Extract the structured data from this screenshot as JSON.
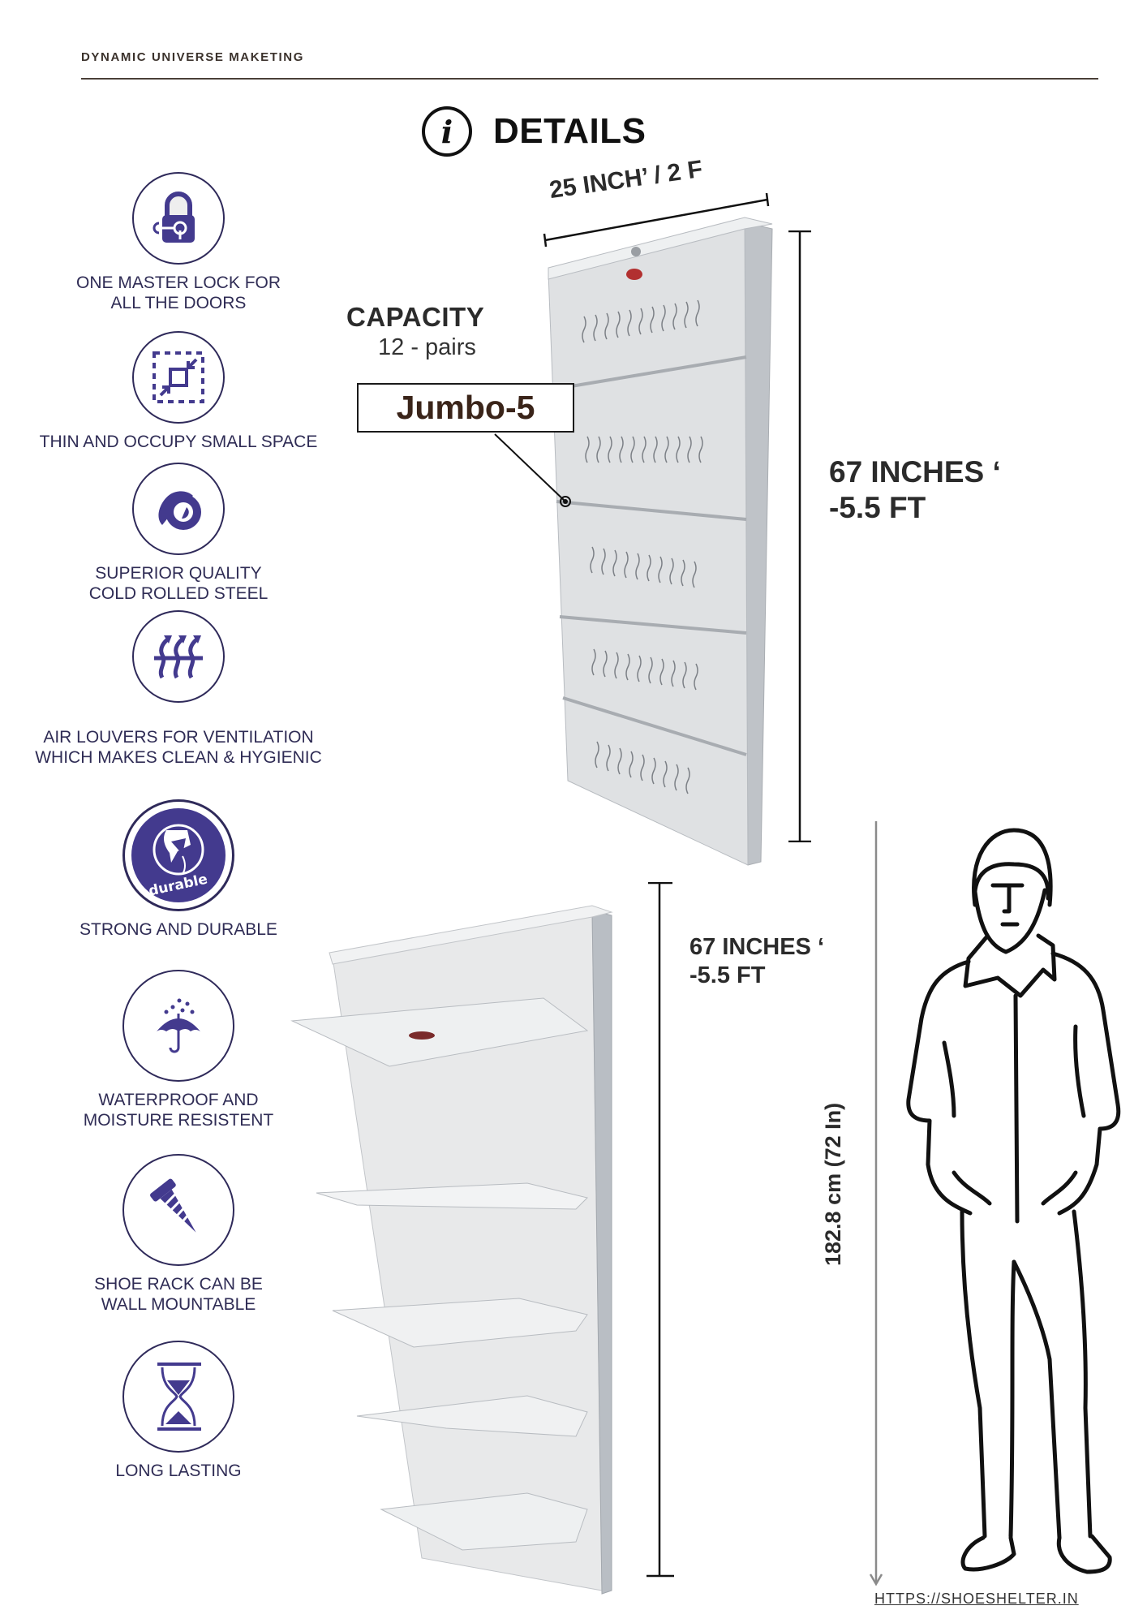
{
  "header": {
    "brand": "DYNAMIC UNIVERSE MAKETING"
  },
  "title": {
    "icon": "info-icon",
    "icon_glyph": "i",
    "text": "DETAILS"
  },
  "features": [
    {
      "icon": "padlock-key-icon",
      "label_lines": [
        "ONE MASTER LOCK FOR",
        "ALL THE DOORS"
      ]
    },
    {
      "icon": "compress-space-icon",
      "label_lines": [
        "THIN AND OCCUPY SMALL SPACE"
      ]
    },
    {
      "icon": "steel-roll-icon",
      "label_lines": [
        "SUPERIOR QUALITY",
        "COLD ROLLED STEEL"
      ]
    },
    {
      "icon": "air-ventilation-icon",
      "label_lines": [
        "AIR LOUVERS FOR VENTILATION",
        "WHICH MAKES CLEAN & HYGIENIC"
      ]
    },
    {
      "icon": "durable-badge-icon",
      "badge_text": "durable",
      "label_lines": [
        "STRONG AND DURABLE"
      ]
    },
    {
      "icon": "umbrella-rain-icon",
      "label_lines": [
        "WATERPROOF AND",
        "MOISTURE RESISTENT"
      ]
    },
    {
      "icon": "screw-icon",
      "label_lines": [
        "SHOE RACK CAN BE",
        "WALL MOUNTABLE"
      ]
    },
    {
      "icon": "hourglass-icon",
      "label_lines": [
        "LONG LASTING"
      ]
    }
  ],
  "product": {
    "capacity_title": "CAPACITY",
    "capacity_value": "12 - pairs",
    "model": "Jumbo-5",
    "width_label": "25 INCH’  / 2 F",
    "height_label_top": [
      "67 INCHES ‘",
      "-5.5 FT"
    ],
    "height_label_bottom": [
      "67 INCHES ‘",
      "-5.5 FT"
    ],
    "human_height_label": "182.8 cm (72 In)"
  },
  "colors": {
    "icon_purple": "#433a8e",
    "icon_outline": "#2f2a5a",
    "model_text": "#3a2419",
    "rule": "#4a3f38",
    "cabinet": "#dfe1e3"
  },
  "footer": {
    "link": "HTTPS://SHOESHELTER.IN"
  }
}
